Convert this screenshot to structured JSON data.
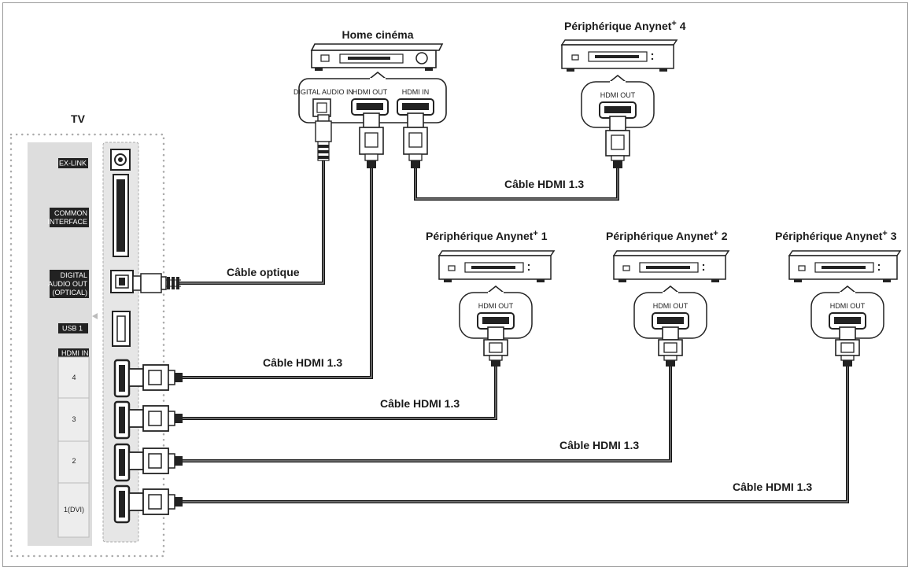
{
  "labels": {
    "tv": "TV",
    "home_cinema": "Home cinéma",
    "device_prefix": "Périphérique Anynet",
    "plus": "+",
    "device_1": "1",
    "device_2": "2",
    "device_3": "3",
    "device_4": "4"
  },
  "ports": {
    "digital_audio_in": "DIGITAL AUDIO IN",
    "hdmi_out": "HDMI OUT",
    "hdmi_in": "HDMI IN"
  },
  "tv_panel": {
    "ex_link": "EX-LINK",
    "common_1": "COMMON",
    "common_2": "INTERFACE",
    "dao_1": "DIGITAL",
    "dao_2": "AUDIO OUT",
    "dao_3": "(OPTICAL)",
    "usb": "USB 1",
    "hdmi_in": "HDMI IN",
    "n4": "4",
    "n3": "3",
    "n2": "2",
    "n1": "1(DVI)"
  },
  "cables": {
    "optical": "Câble optique",
    "hdmi": "Câble HDMI 1.3"
  },
  "colors": {
    "panel_gray": "#dddddd",
    "column_gray": "#e6e6e6",
    "label_bg": "#222222",
    "dotted": "#aaaaaa"
  }
}
